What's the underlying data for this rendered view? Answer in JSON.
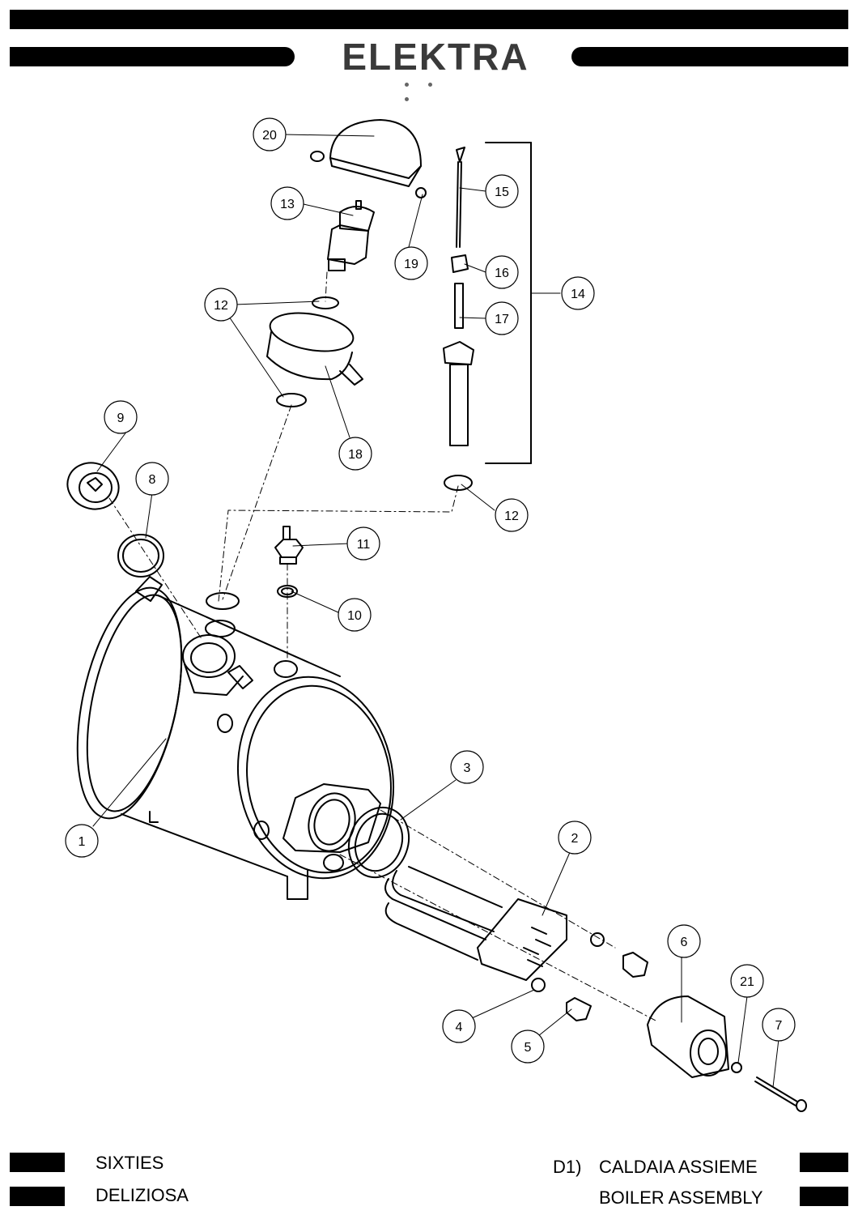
{
  "header": {
    "brand": "ELEKTRA"
  },
  "callouts": [
    "1",
    "2",
    "3",
    "4",
    "5",
    "6",
    "7",
    "8",
    "9",
    "10",
    "11",
    "12",
    "12",
    "13",
    "14",
    "15",
    "16",
    "17",
    "18",
    "19",
    "20",
    "21"
  ],
  "footer": {
    "model_line1": "SIXTIES",
    "model_line2": "DELIZIOSA",
    "section_code": "D1)",
    "title_it": "CALDAIA ASSIEME",
    "title_en": "BOILER ASSEMBLY"
  }
}
